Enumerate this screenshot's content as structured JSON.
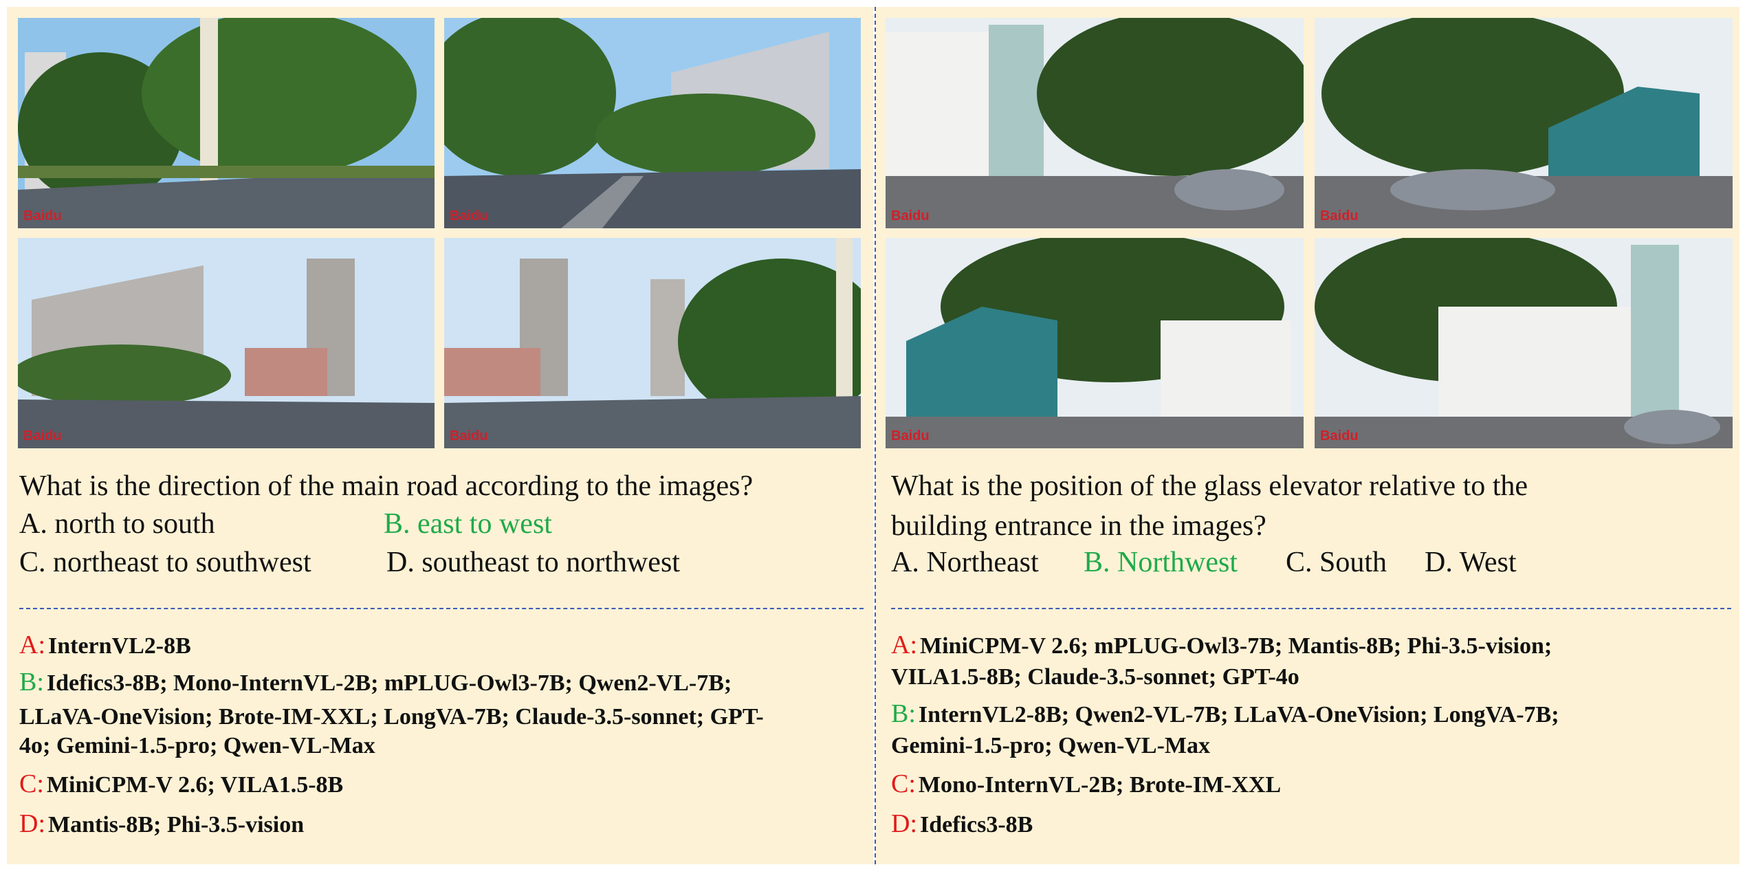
{
  "left": {
    "question_line1": "What is the direction of the main road according to the images?",
    "options": {
      "a": "A. north to south",
      "b": "B. east to west",
      "c": "C. northeast to southwest",
      "d": "D. southeast to northwest"
    },
    "answers": {
      "a_letter": "A:",
      "a_models": "InternVL2-8B",
      "b_letter": "B:",
      "b_models_1": "Idefics3-8B; Mono-InternVL-2B; mPLUG-Owl3-7B; Qwen2-VL-7B;",
      "b_models_2": "LLaVA-OneVision; Brote-IM-XXL; LongVA-7B; Claude-3.5-sonnet; GPT-",
      "b_models_3": "4o; Gemini-1.5-pro; Qwen-VL-Max",
      "c_letter": "C:",
      "c_models": "MiniCPM-V 2.6; VILA1.5-8B",
      "d_letter": "D:",
      "d_models": "Mantis-8B; Phi-3.5-vision"
    }
  },
  "right": {
    "question_line1": "What is the position of the glass elevator relative to the",
    "question_line2": "building entrance in the images?",
    "options": {
      "a": "A. Northeast",
      "b": "B. Northwest",
      "c": "C. South",
      "d": "D. West"
    },
    "answers": {
      "a_letter": "A:",
      "a_models_1": "MiniCPM-V 2.6; mPLUG-Owl3-7B; Mantis-8B; Phi-3.5-vision;",
      "a_models_2": "VILA1.5-8B; Claude-3.5-sonnet; GPT-4o",
      "b_letter": "B:",
      "b_models_1": "InternVL2-8B; Qwen2-VL-7B; LLaVA-OneVision; LongVA-7B;",
      "b_models_2": "Gemini-1.5-pro; Qwen-VL-Max",
      "c_letter": "C:",
      "c_models": "Mono-InternVL-2B; Brote-IM-XXL",
      "d_letter": "D:",
      "d_models": "Idefics3-8B"
    }
  },
  "logo_text": "Baidu",
  "colors": {
    "panel_bg": "#fdf2d6",
    "correct": "#1faa4a",
    "wrong": "#e11b1b",
    "divider": "#3a5bb8"
  }
}
